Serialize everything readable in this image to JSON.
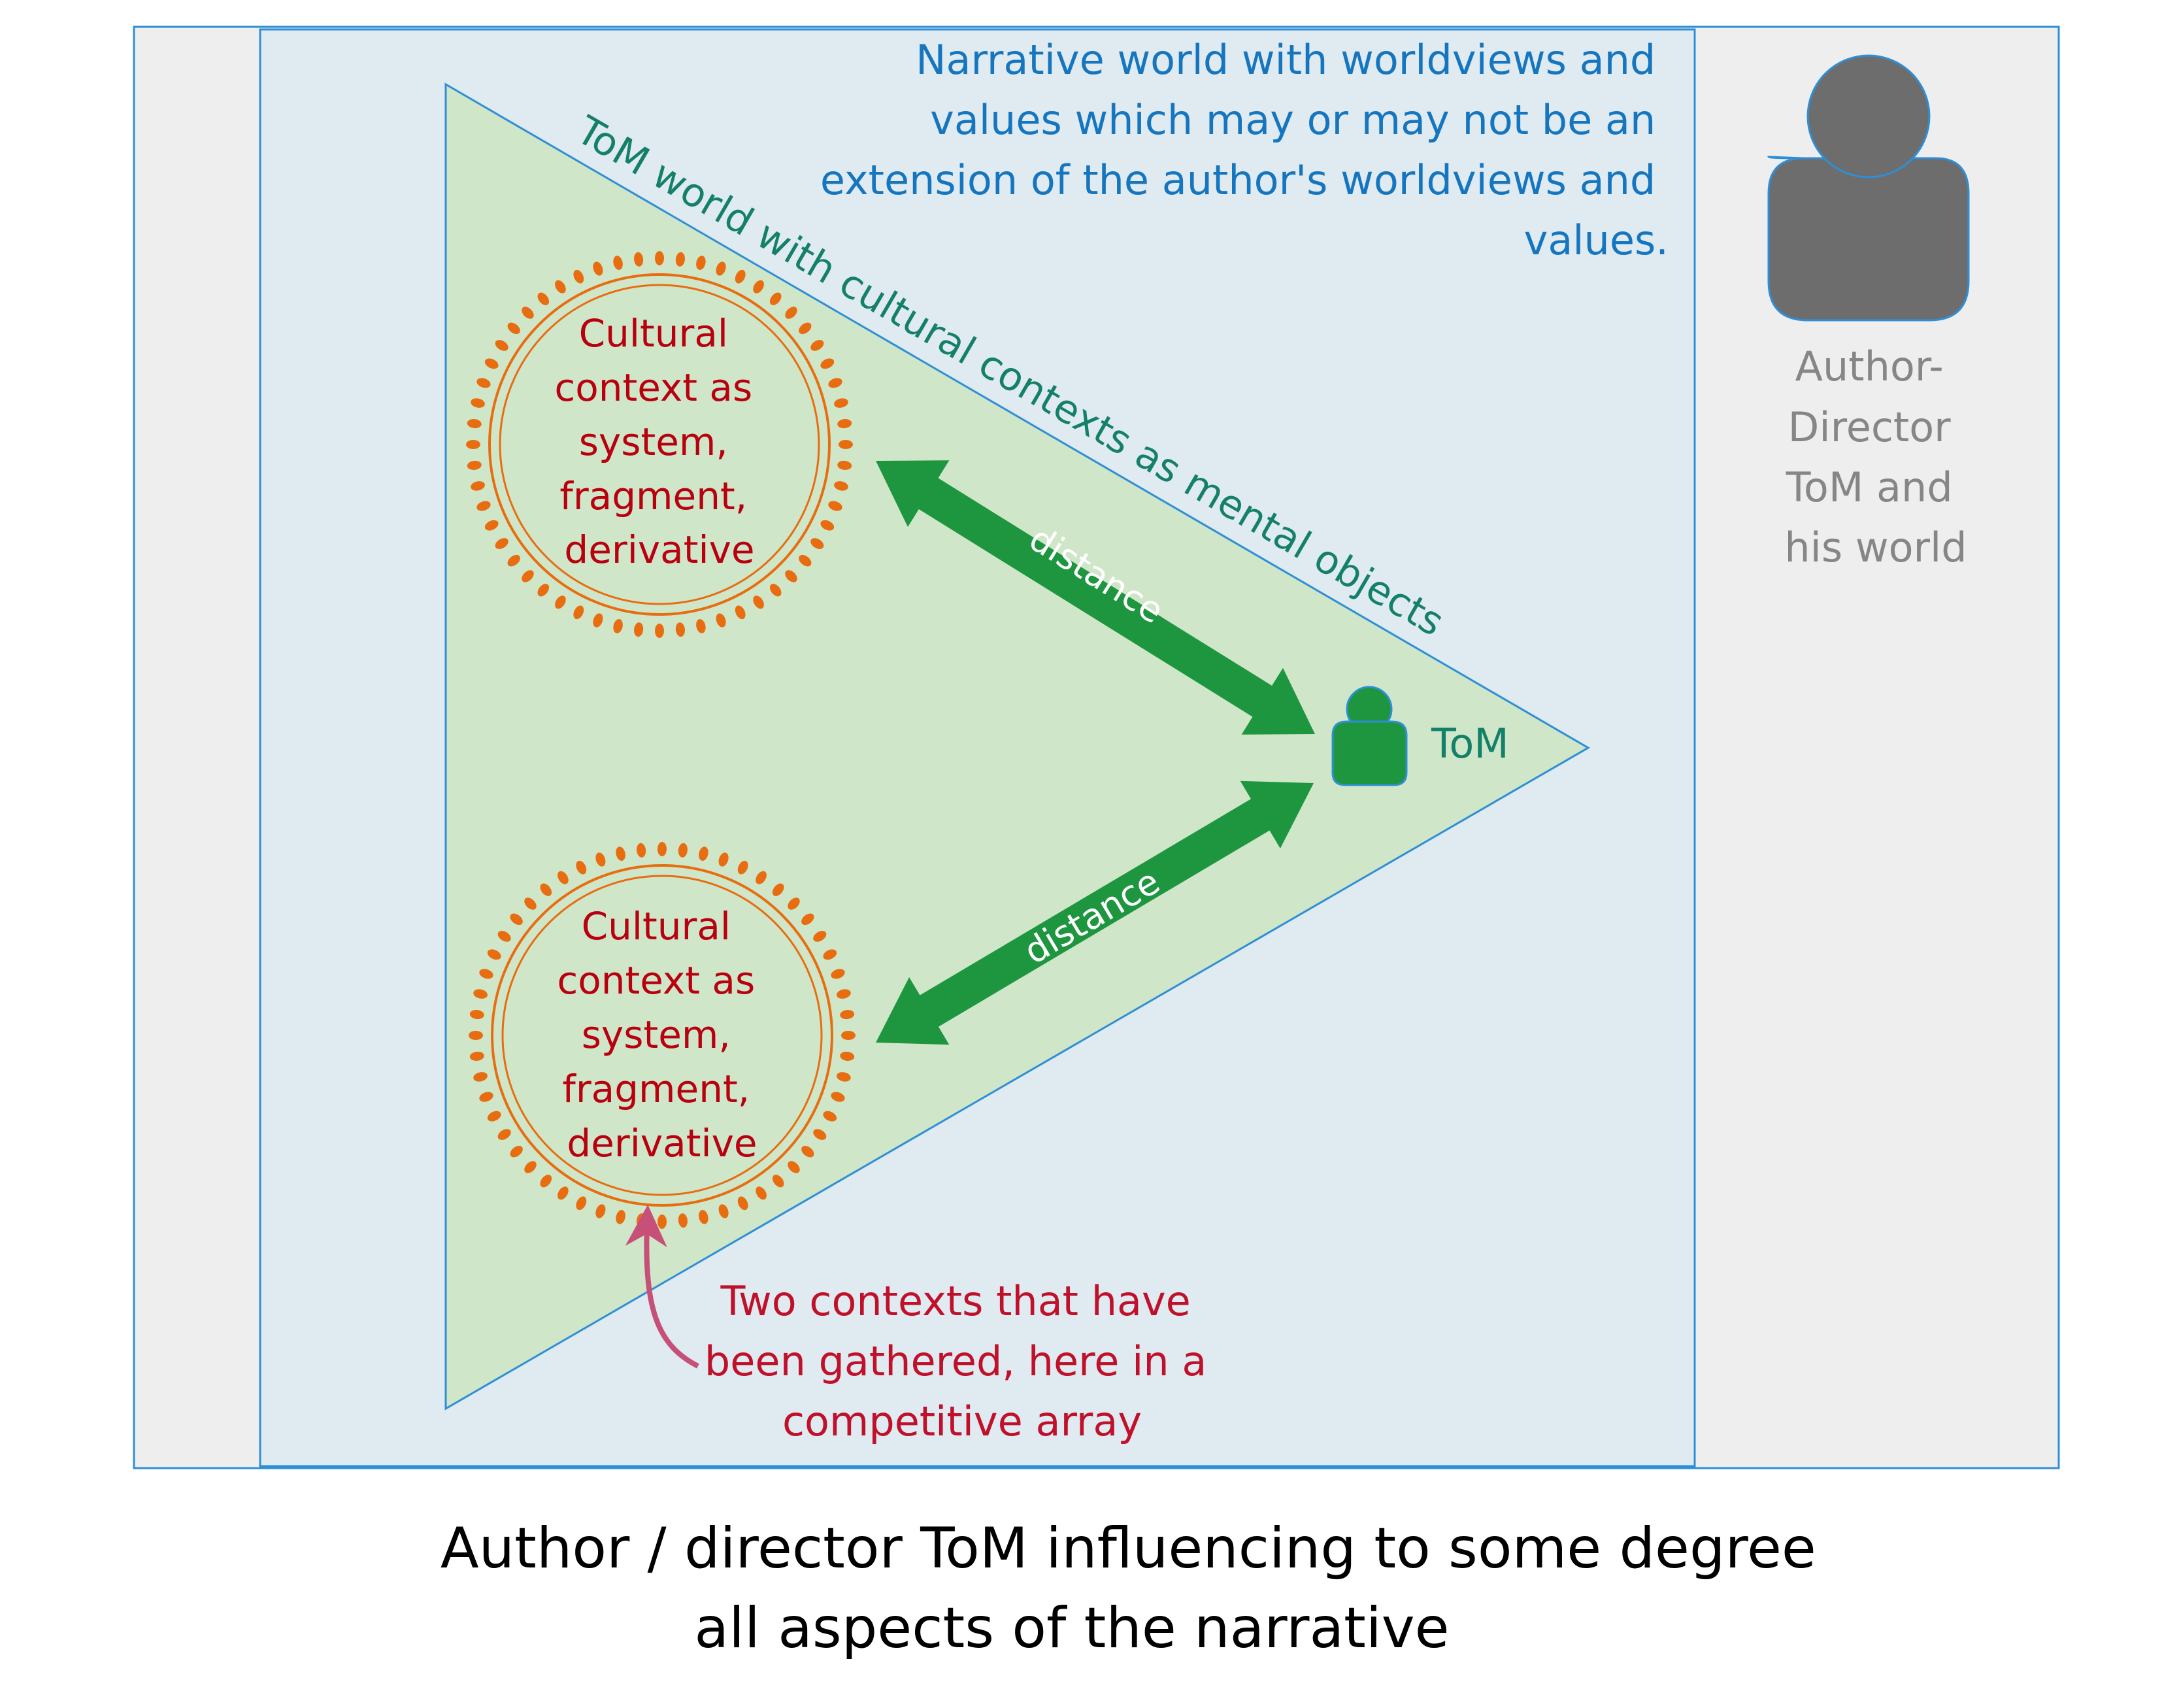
{
  "narrative_world_label": [
    "Narrative world with worldviews and",
    "values which may or may not be an",
    "extension of the author's worldviews and",
    "values."
  ],
  "tom_world_label": "ToM world with cultural contexts as mental objects",
  "context_upper": {
    "lines": [
      "Cultural",
      "context as",
      "system,",
      "fragment,",
      "derivative"
    ]
  },
  "context_lower": {
    "lines": [
      "Cultural",
      "context as",
      "system,",
      "fragment,",
      "derivative"
    ]
  },
  "distance_upper_label": "distance",
  "distance_lower_label": "distance",
  "tom_figure_label": "ToM",
  "author_label": [
    "Author-",
    "Director",
    "ToM and",
    "his world"
  ],
  "competitive_note": [
    "Two contexts that have",
    "been gathered, here in a",
    "competitive array"
  ],
  "caption": [
    "Author / director ToM influencing to some degree",
    "all aspects of the narrative"
  ],
  "colors": {
    "outer_panel": "#eeeeee",
    "narrative_world": "#dfeaf1",
    "tom_world": "#d0e6c8",
    "frame_stroke": "#2f8fd6",
    "narrative_text": "#1576bf",
    "tom_world_text": "#15806a",
    "arrow": "#1e9640",
    "context_text": "#b8000e",
    "context_ring": "#e86d10",
    "note_text": "#c0102a",
    "note_arrow": "#c65077",
    "author_figure": "#6d6d6d",
    "author_text": "#868686",
    "caption_text": "#000000"
  },
  "icons": {
    "author": "person-silhouette-icon",
    "tom": "person-icon"
  }
}
